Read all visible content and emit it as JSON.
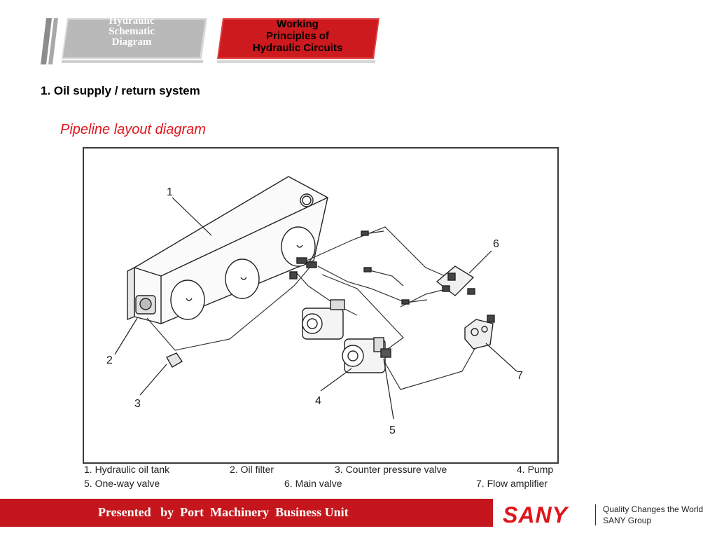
{
  "header": {
    "tab_inactive": {
      "line1": "Hydraulic",
      "line2": "Schematic",
      "line3": "Diagram"
    },
    "tab_active": {
      "line1": "Working",
      "line2": "Principles of",
      "line3": "Hydraulic Circuits"
    }
  },
  "section_title": "1. Oil supply / return system",
  "subtitle": "Pipeline layout diagram",
  "figure": {
    "callouts": [
      "1",
      "2",
      "3",
      "4",
      "5",
      "6",
      "7"
    ]
  },
  "legend": {
    "items": [
      "1. Hydraulic oil tank",
      "2. Oil filter",
      "3. Counter pressure valve",
      "4. Pump",
      "5. One-way valve",
      "6. Main valve",
      "7. Flow amplifier"
    ]
  },
  "footer": {
    "presented_text": "Presented   by  Port  Machinery  Business Unit",
    "logo": "SANY",
    "tagline_line1": "Quality Changes the World",
    "tagline_line2": "SANY Group"
  },
  "colors": {
    "brand_red": "#c4161c",
    "accent_red": "#e0151b",
    "tab_gray": "#b9b9b9"
  }
}
